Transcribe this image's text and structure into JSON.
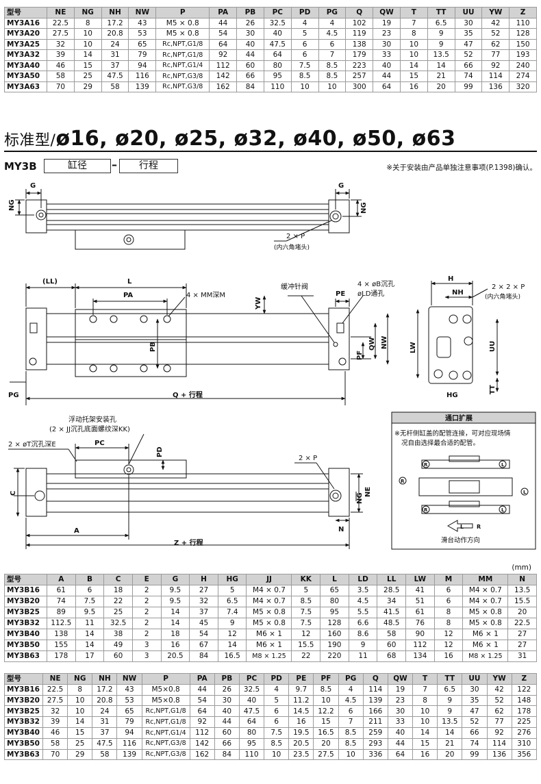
{
  "top_table": {
    "headers": [
      "型号",
      "NE",
      "NG",
      "NH",
      "NW",
      "P",
      "PA",
      "PB",
      "PC",
      "PD",
      "PG",
      "Q",
      "QW",
      "T",
      "TT",
      "UU",
      "YW",
      "Z"
    ],
    "rows": [
      [
        "MY3A16",
        "22.5",
        "8",
        "17.2",
        "43",
        "M5 × 0.8",
        "44",
        "26",
        "32.5",
        "4",
        "4",
        "102",
        "19",
        "7",
        "6.5",
        "30",
        "42",
        "110"
      ],
      [
        "MY3A20",
        "27.5",
        "10",
        "20.8",
        "53",
        "M5 × 0.8",
        "54",
        "30",
        "40",
        "5",
        "4.5",
        "119",
        "23",
        "8",
        "9",
        "35",
        "52",
        "128"
      ],
      [
        "MY3A25",
        "32",
        "10",
        "24",
        "65",
        "Rc,NPT,G1/8",
        "64",
        "40",
        "47.5",
        "6",
        "6",
        "138",
        "30",
        "10",
        "9",
        "47",
        "62",
        "150"
      ],
      [
        "MY3A32",
        "39",
        "14",
        "31",
        "79",
        "Rc,NPT,G1/8",
        "92",
        "44",
        "64",
        "6",
        "7",
        "179",
        "33",
        "10",
        "13.5",
        "52",
        "77",
        "193"
      ],
      [
        "MY3A40",
        "46",
        "15",
        "37",
        "94",
        "Rc,NPT,G1/4",
        "112",
        "60",
        "80",
        "7.5",
        "8.5",
        "223",
        "40",
        "14",
        "14",
        "66",
        "92",
        "240"
      ],
      [
        "MY3A50",
        "58",
        "25",
        "47.5",
        "116",
        "Rc,NPT,G3/8",
        "142",
        "66",
        "95",
        "8.5",
        "8.5",
        "257",
        "44",
        "15",
        "21",
        "74",
        "114",
        "274"
      ],
      [
        "MY3A63",
        "70",
        "29",
        "58",
        "139",
        "Rc,NPT,G3/8",
        "162",
        "84",
        "110",
        "10",
        "10",
        "300",
        "64",
        "16",
        "20",
        "99",
        "136",
        "320"
      ]
    ]
  },
  "section": {
    "title_prefix": "标准型",
    "title_slash": "/",
    "title_sizes": "ø16, ø20, ø25, ø32, ø40, ø50, ø63",
    "model_prefix": "MY3B",
    "bore_label": "缸径",
    "dash": "–",
    "stroke_label": "行程",
    "install_note": "※关于安装由产品单独注意事项(P.1398)确认。"
  },
  "drawing": {
    "G": "G",
    "NG": "NG",
    "two_P": "2 × P",
    "hex_plug": "(内六角堵头)",
    "LL": "(LL)",
    "L": "L",
    "PA": "PA",
    "four_MM": "4 × MM深M",
    "PB": "PB",
    "YW": "YW",
    "cushion_valve": "缓冲针阀",
    "four_B": "4 × øB沉孔",
    "LD": "øLD通孔",
    "PE": "PE",
    "PF": "PF",
    "QW": "QW",
    "NW": "NW",
    "PG": "PG",
    "Q_stroke": "Q + 行程",
    "H": "H",
    "NH": "NH",
    "two_two_P": "2 × 2 × P",
    "hex_plug2": "(内六角堵头)",
    "LW": "LW",
    "UU": "UU",
    "HG": "HG",
    "TT": "TT",
    "float_mount": "浮动托架安装孔",
    "float_mount_detail": "(2 × JJ沉孔底面螺纹深KK)",
    "two_T": "2 × øT沉孔深E",
    "PC": "PC",
    "PD": "PD",
    "C": "C",
    "NE": "NE",
    "A": "A",
    "N": "N",
    "Z_stroke": "Z + 行程",
    "port_box_title": "通口扩展",
    "port_box_note_1": "※无杆侧缸盖的配管连接，可对应现场情",
    "port_box_note_2": "况自由选择最合适的配管。",
    "R": "R",
    "Lmark": "L",
    "slide_direction": "滑台动作方向"
  },
  "unit_label": "(mm)",
  "bottom_table_1": {
    "headers": [
      "型号",
      "A",
      "B",
      "C",
      "E",
      "G",
      "H",
      "HG",
      "JJ",
      "KK",
      "L",
      "LD",
      "LL",
      "LW",
      "M",
      "MM",
      "N"
    ],
    "rows": [
      [
        "MY3B16",
        "61",
        "6",
        "18",
        "2",
        "9.5",
        "27",
        "5",
        "M4 × 0.7",
        "5",
        "65",
        "3.5",
        "28.5",
        "41",
        "6",
        "M4 × 0.7",
        "13.5"
      ],
      [
        "MY3B20",
        "74",
        "7.5",
        "22",
        "2",
        "9.5",
        "32",
        "6.5",
        "M4 × 0.7",
        "8.5",
        "80",
        "4.5",
        "34",
        "51",
        "6",
        "M4 × 0.7",
        "15.5"
      ],
      [
        "MY3B25",
        "89",
        "9.5",
        "25",
        "2",
        "14",
        "37",
        "7.4",
        "M5 × 0.8",
        "7.5",
        "95",
        "5.5",
        "41.5",
        "61",
        "8",
        "M5 × 0.8",
        "20"
      ],
      [
        "MY3B32",
        "112.5",
        "11",
        "32.5",
        "2",
        "14",
        "45",
        "9",
        "M5 × 0.8",
        "7.5",
        "128",
        "6.6",
        "48.5",
        "76",
        "8",
        "M5 × 0.8",
        "22.5"
      ],
      [
        "MY3B40",
        "138",
        "14",
        "38",
        "2",
        "18",
        "54",
        "12",
        "M6 × 1",
        "12",
        "160",
        "8.6",
        "58",
        "90",
        "12",
        "M6 × 1",
        "27"
      ],
      [
        "MY3B50",
        "155",
        "14",
        "49",
        "3",
        "16",
        "67",
        "14",
        "M6 × 1",
        "15.5",
        "190",
        "9",
        "60",
        "112",
        "12",
        "M6 × 1",
        "27"
      ],
      [
        "MY3B63",
        "178",
        "17",
        "60",
        "3",
        "20.5",
        "84",
        "16.5",
        "M8 × 1.25",
        "22",
        "220",
        "11",
        "68",
        "134",
        "16",
        "M8 × 1.25",
        "31"
      ]
    ]
  },
  "bottom_table_2": {
    "headers": [
      "型号",
      "NE",
      "NG",
      "NH",
      "NW",
      "P",
      "PA",
      "PB",
      "PC",
      "PD",
      "PE",
      "PF",
      "PG",
      "Q",
      "QW",
      "T",
      "TT",
      "UU",
      "YW",
      "Z"
    ],
    "rows": [
      [
        "MY3B16",
        "22.5",
        "8",
        "17.2",
        "43",
        "M5×0.8",
        "44",
        "26",
        "32.5",
        "4",
        "9.7",
        "8.5",
        "4",
        "114",
        "19",
        "7",
        "6.5",
        "30",
        "42",
        "122"
      ],
      [
        "MY3B20",
        "27.5",
        "10",
        "20.8",
        "53",
        "M5×0.8",
        "54",
        "30",
        "40",
        "5",
        "11.2",
        "10",
        "4.5",
        "139",
        "23",
        "8",
        "9",
        "35",
        "52",
        "148"
      ],
      [
        "MY3B25",
        "32",
        "10",
        "24",
        "65",
        "Rc,NPT,G1/8",
        "64",
        "40",
        "47.5",
        "6",
        "14.5",
        "12.2",
        "6",
        "166",
        "30",
        "10",
        "9",
        "47",
        "62",
        "178"
      ],
      [
        "MY3B32",
        "39",
        "14",
        "31",
        "79",
        "Rc,NPT,G1/8",
        "92",
        "44",
        "64",
        "6",
        "16",
        "15",
        "7",
        "211",
        "33",
        "10",
        "13.5",
        "52",
        "77",
        "225"
      ],
      [
        "MY3B40",
        "46",
        "15",
        "37",
        "94",
        "Rc,NPT,G1/4",
        "112",
        "60",
        "80",
        "7.5",
        "19.5",
        "16.5",
        "8.5",
        "259",
        "40",
        "14",
        "14",
        "66",
        "92",
        "276"
      ],
      [
        "MY3B50",
        "58",
        "25",
        "47.5",
        "116",
        "Rc,NPT,G3/8",
        "142",
        "66",
        "95",
        "8.5",
        "20.5",
        "20",
        "8.5",
        "293",
        "44",
        "15",
        "21",
        "74",
        "114",
        "310"
      ],
      [
        "MY3B63",
        "70",
        "29",
        "58",
        "139",
        "Rc,NPT,G3/8",
        "162",
        "84",
        "110",
        "10",
        "23.5",
        "27.5",
        "10",
        "336",
        "64",
        "16",
        "20",
        "99",
        "136",
        "356"
      ]
    ]
  }
}
